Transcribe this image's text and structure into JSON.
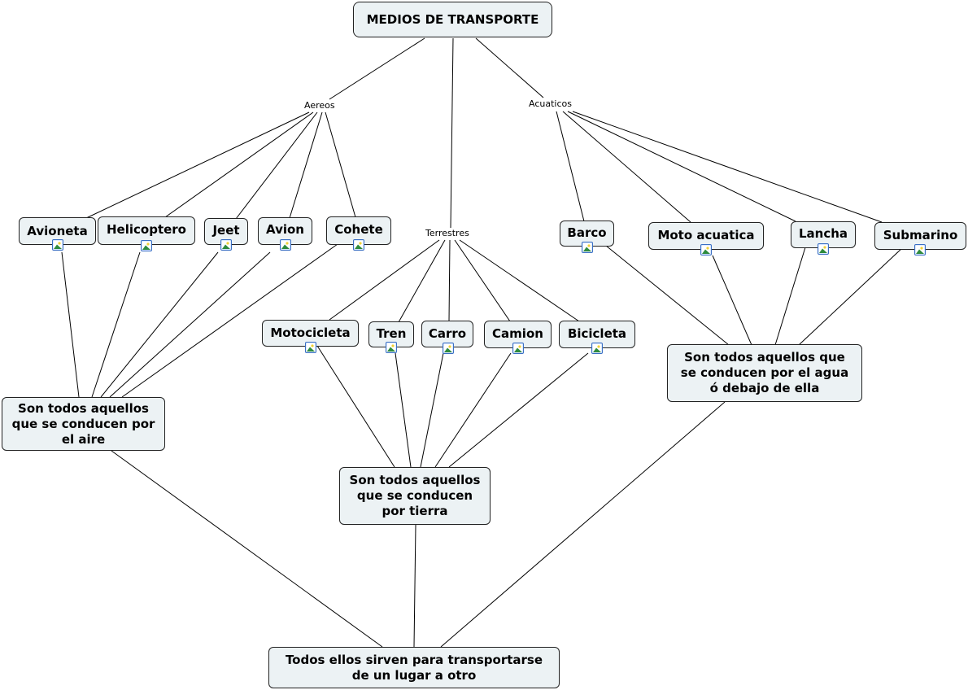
{
  "root": {
    "label": "MEDIOS DE TRANSPORTE"
  },
  "link_labels": {
    "aereos": "Aereos",
    "terrestres": "Terrestres",
    "acuaticos": "Acuaticos"
  },
  "aereos": [
    "Avioneta",
    "Helicoptero",
    "Jeet",
    "Avion",
    "Cohete"
  ],
  "terrestres": [
    "Motocicleta",
    "Tren",
    "Carro",
    "Camion",
    "Bicicleta"
  ],
  "acuaticos": [
    "Barco",
    "Moto acuatica",
    "Lancha",
    "Submarino"
  ],
  "descriptions": {
    "aire": "Son todos aquellos\nque se conducen por\nel aire",
    "tierra": "Son todos aquellos\nque se conducen\npor tierra",
    "agua": "Son todos aquellos que\nse conducen por el agua\nó debajo de ella"
  },
  "conclusion": "Todos ellos sirven para transportarse\nde un lugar a otro",
  "colors": {
    "node_fill": "#ecf2f4",
    "node_border": "#222222",
    "line": "#000000",
    "image_icon": "#3a6fc4"
  }
}
